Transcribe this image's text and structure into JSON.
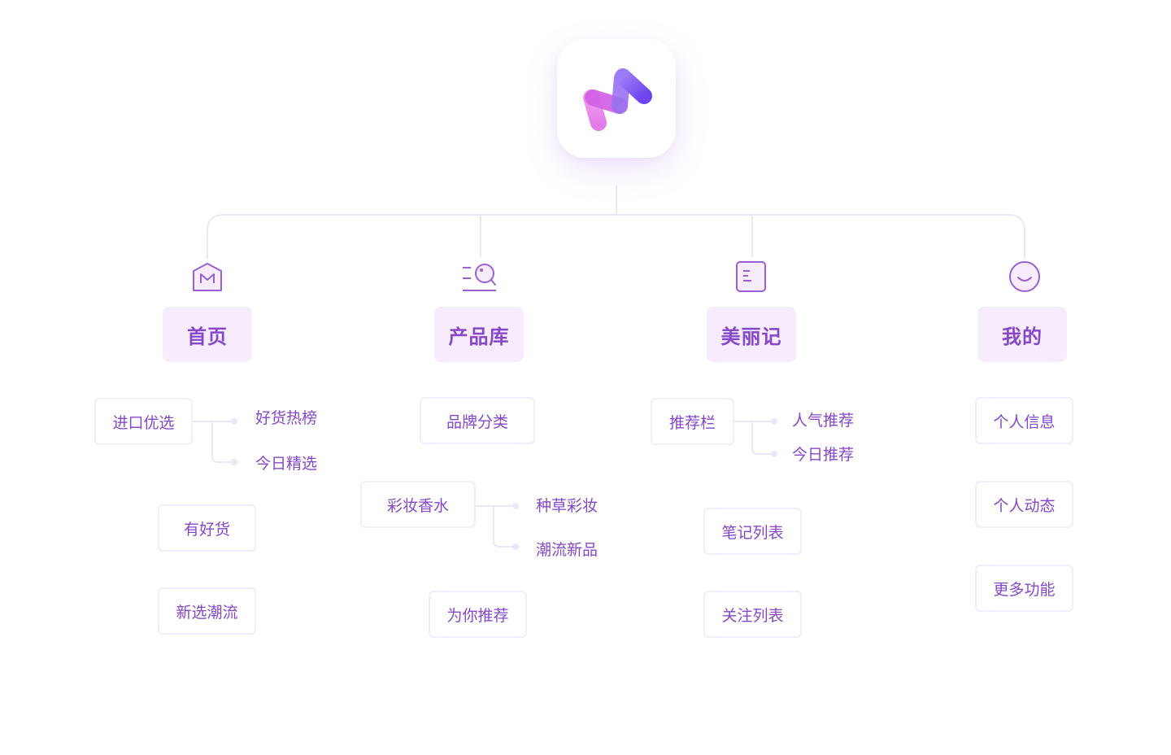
{
  "colors": {
    "accent": "#8648c8",
    "category_bg": "#f6ecfd",
    "box_border": "#f2ecfb",
    "connector": "#ede6f8",
    "logo_pink": "#e884ec",
    "logo_magenta": "#d35fe6",
    "logo_violet": "#7a5af5"
  },
  "root": {
    "icon": "brand-logo"
  },
  "categories": [
    {
      "label": "首页",
      "icon": "house-m-icon",
      "items": [
        {
          "label": "进口优选",
          "children": [
            "好货热榜",
            "今日精选"
          ]
        },
        {
          "label": "有好货",
          "children": []
        },
        {
          "label": "新选潮流",
          "children": []
        }
      ]
    },
    {
      "label": "产品库",
      "icon": "search-list-icon",
      "items": [
        {
          "label": "品牌分类",
          "children": []
        },
        {
          "label": "彩妆香水",
          "children": [
            "种草彩妆",
            "潮流新品"
          ]
        },
        {
          "label": "为你推荐",
          "children": []
        }
      ]
    },
    {
      "label": "美丽记",
      "icon": "notebook-icon",
      "items": [
        {
          "label": "推荐栏",
          "children": [
            "人气推荐",
            "今日推荐"
          ]
        },
        {
          "label": "笔记列表",
          "children": []
        },
        {
          "label": "关注列表",
          "children": []
        }
      ]
    },
    {
      "label": "我的",
      "icon": "smile-face-icon",
      "items": [
        {
          "label": "个人信息",
          "children": []
        },
        {
          "label": "个人动态",
          "children": []
        },
        {
          "label": "更多功能",
          "children": []
        }
      ]
    }
  ]
}
